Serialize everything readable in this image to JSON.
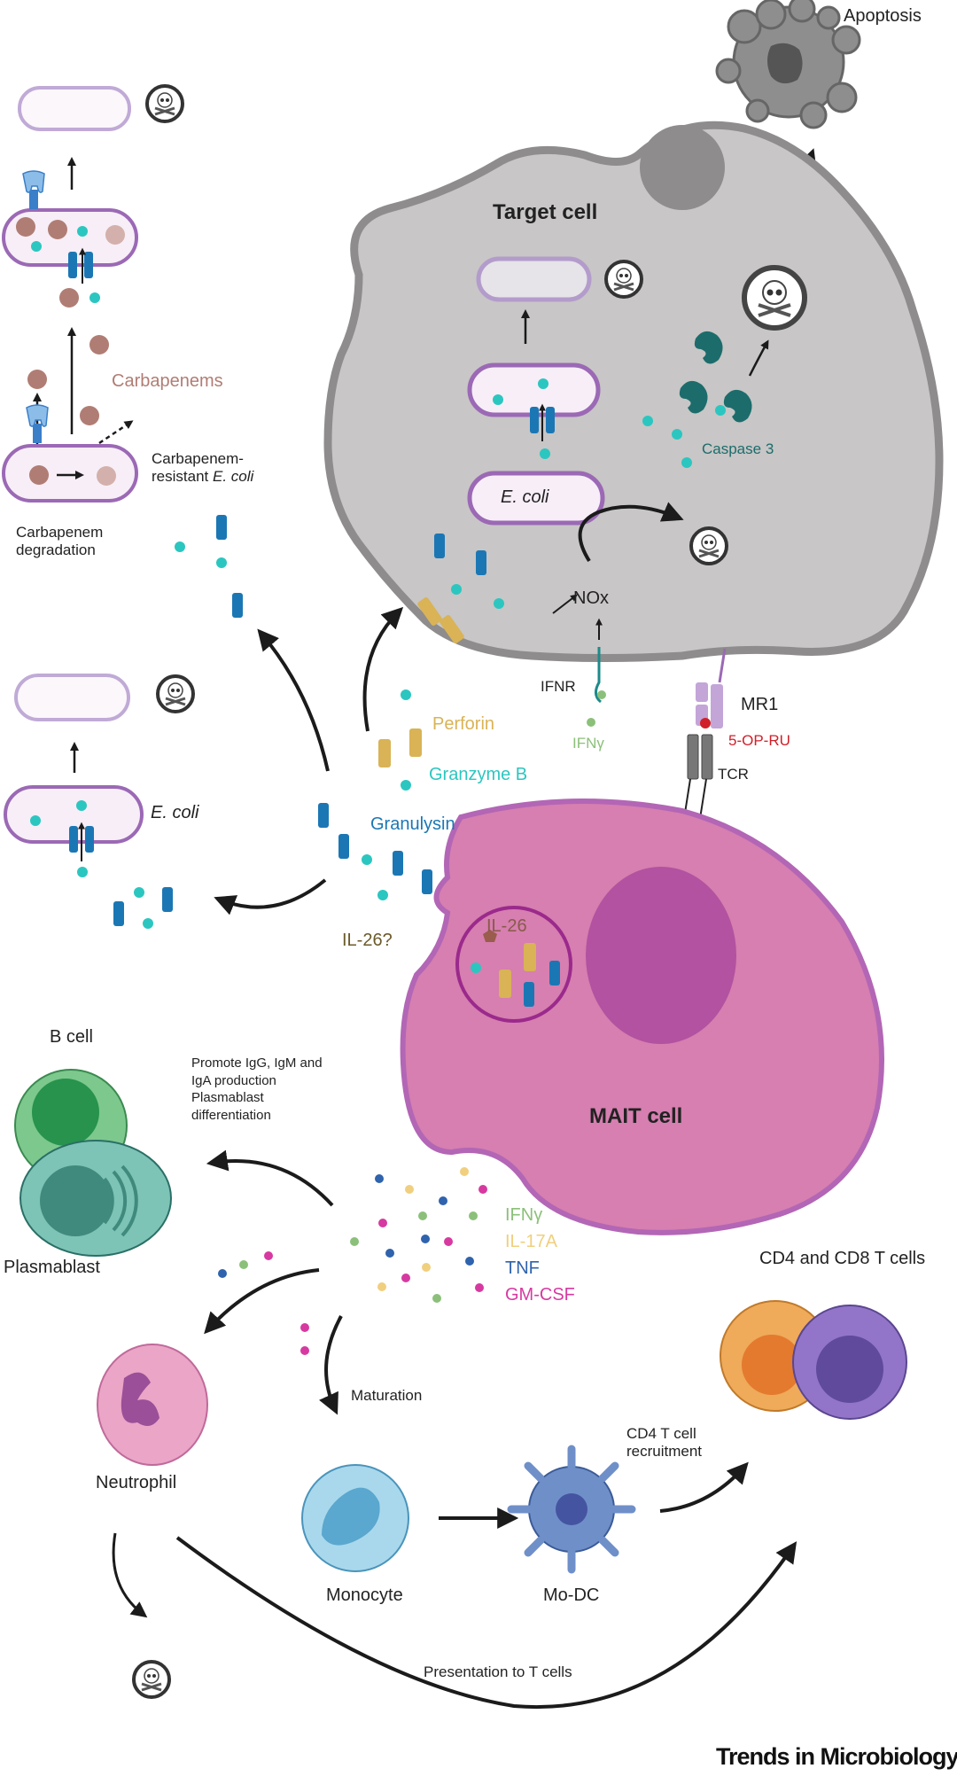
{
  "labels": {
    "apoptosis": "Apoptosis",
    "target_cell": "Target cell",
    "carbapenems": "Carbapenems",
    "carbapenem_resistant_line1": "Carbapenem-",
    "carbapenem_resistant_line2": "resistant",
    "ecoli": "E. coli",
    "carbapenem_degradation_line1": "Carbapenem",
    "carbapenem_degradation_line2": "degradation",
    "caspase3": "Caspase 3",
    "ecoli_in_cell": "E. coli",
    "nox": "NOx",
    "ifnr": "IFNR",
    "ifng_top": "IFNγ",
    "mr1": "MR1",
    "five_op_ru": "5-OP-RU",
    "tcr": "TCR",
    "perforin": "Perforin",
    "granzyme_b": "Granzyme B",
    "granulysin": "Granulysin",
    "ecoli_left": "E. coli",
    "il26_q": "IL-26?",
    "il26": "IL-26",
    "mait_cell": "MAIT cell",
    "b_cell": "B cell",
    "promote_line1": "Promote IgG, IgM and",
    "promote_line2": "IgA production",
    "promote_line3": "Plasmablast",
    "promote_line4": "differentiation",
    "plasmablast": "Plasmablast",
    "neutrophil": "Neutrophil",
    "maturation": "Maturation",
    "monocyte": "Monocyte",
    "mo_dc": "Mo-DC",
    "cd4_recruit_line1": "CD4 T cell",
    "cd4_recruit_line2": "recruitment",
    "cd4_cd8": "CD4 and CD8 T cells",
    "presentation": "Presentation to T cells",
    "journal": "Trends in Microbiology"
  },
  "cytokine_legend": [
    {
      "name": "IFNγ",
      "color": "#8cc07a"
    },
    {
      "name": "IL-17A",
      "color": "#f0cf7e"
    },
    {
      "name": "TNF",
      "color": "#2f63ad"
    },
    {
      "name": "GM-CSF",
      "color": "#d63aa0"
    }
  ],
  "colors": {
    "carbapenem": "#b07d74",
    "granzyme": "#2cc6c0",
    "granulysin": "#1b77b4",
    "perforin": "#d9b356",
    "caspase": "#1d6c6c",
    "ifng": "#8cc07a",
    "mr1_text": "#d0202a",
    "mait": "#d67fb0",
    "target_cell": "#c8c6c6"
  }
}
